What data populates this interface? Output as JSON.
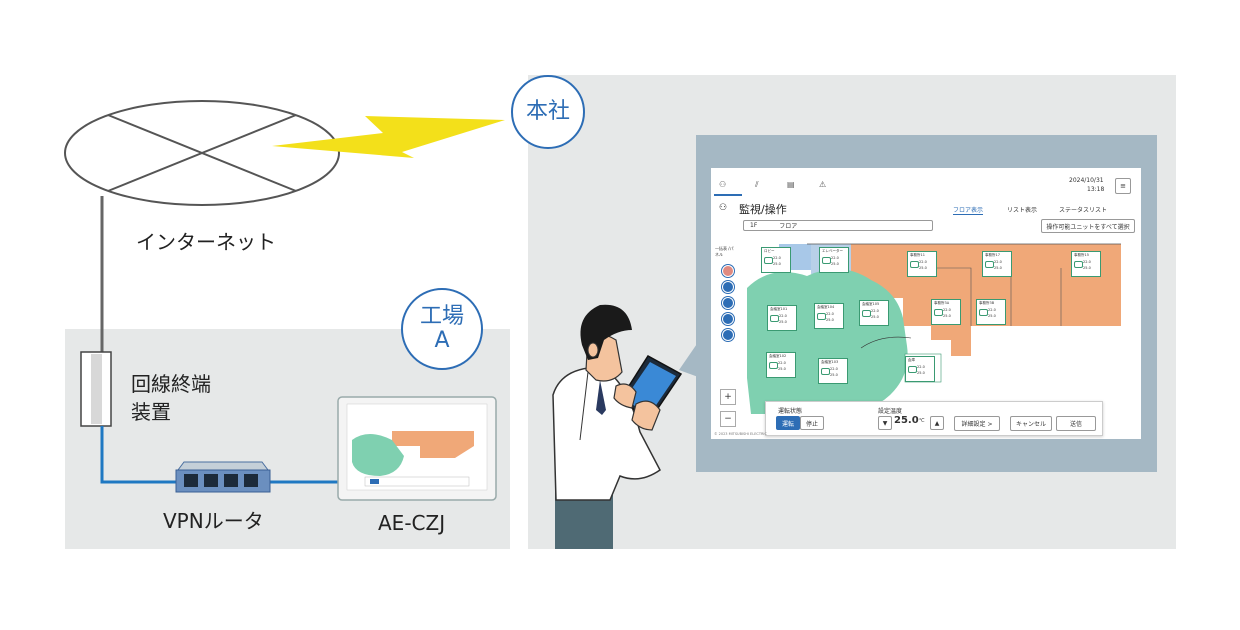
{
  "labels": {
    "internet": "インターネット",
    "line_terminal_l1": "回線終端",
    "line_terminal_l2": "装置",
    "vpn_router": "VPNルータ",
    "device_model": "AE-CZJ"
  },
  "badges": {
    "headquarters": "本社",
    "factory_l1": "工場",
    "factory_l2": "A"
  },
  "screen": {
    "date": "2024/10/31",
    "time": "13:18",
    "page_title": "監視/操作",
    "views": {
      "floor": "フロア表示",
      "list": "リスト表示",
      "status": "ステータスリスト"
    },
    "floor_select": {
      "level": "1F",
      "name": "フロア"
    },
    "select_all_button": "操作可能ユニットをすべて選択",
    "side_caption": "一括表 /パネル",
    "zoom_in": "+",
    "zoom_out": "−",
    "control": {
      "run_state_label": "運転状態",
      "run_button": "運転",
      "stop_button": "停止",
      "setpoint_label": "設定温度",
      "setpoint_value": "25.0",
      "setpoint_unit": "℃",
      "down_arrow": "▼",
      "up_arrow": "▲",
      "details_button": "詳細設定 >",
      "cancel_button": "キャンセル",
      "send_button": "送信"
    },
    "copyright": "© 2023 MITSUBISHI ELECTRIC",
    "cards": [
      {
        "name": "ロビー",
        "a": "22.0",
        "b": "25.0"
      },
      {
        "name": "エレベーター",
        "a": "22.0",
        "b": "25.0"
      },
      {
        "name": "事務所11",
        "a": "22.0",
        "b": "25.0"
      },
      {
        "name": "事務所17",
        "a": "22.0",
        "b": "25.0"
      },
      {
        "name": "事務所15",
        "a": "22.0",
        "b": "25.0"
      },
      {
        "name": "会議室101",
        "a": "22.0",
        "b": "25.0"
      },
      {
        "name": "会議室104",
        "a": "22.0",
        "b": "25.0"
      },
      {
        "name": "会議室105",
        "a": "22.0",
        "b": "25.0"
      },
      {
        "name": "事務所3A",
        "a": "22.0",
        "b": "25.0"
      },
      {
        "name": "事務所3B",
        "a": "22.0",
        "b": "25.0"
      },
      {
        "name": "会議室102",
        "a": "22.0",
        "b": "25.0"
      },
      {
        "name": "会議室103",
        "a": "22.0",
        "b": "25.0"
      },
      {
        "name": "倉庫",
        "a": "22.0",
        "b": "25.0"
      }
    ]
  },
  "colors": {
    "accent_blue": "#2d6db5",
    "cable_blue": "#1f78c2",
    "lightning_yellow": "#f3e01a",
    "office_orange": "#f0a878",
    "meeting_green": "#7fd0b0",
    "panel_gray": "#e6e8e8",
    "screen_frame": "#a5b8c4"
  }
}
